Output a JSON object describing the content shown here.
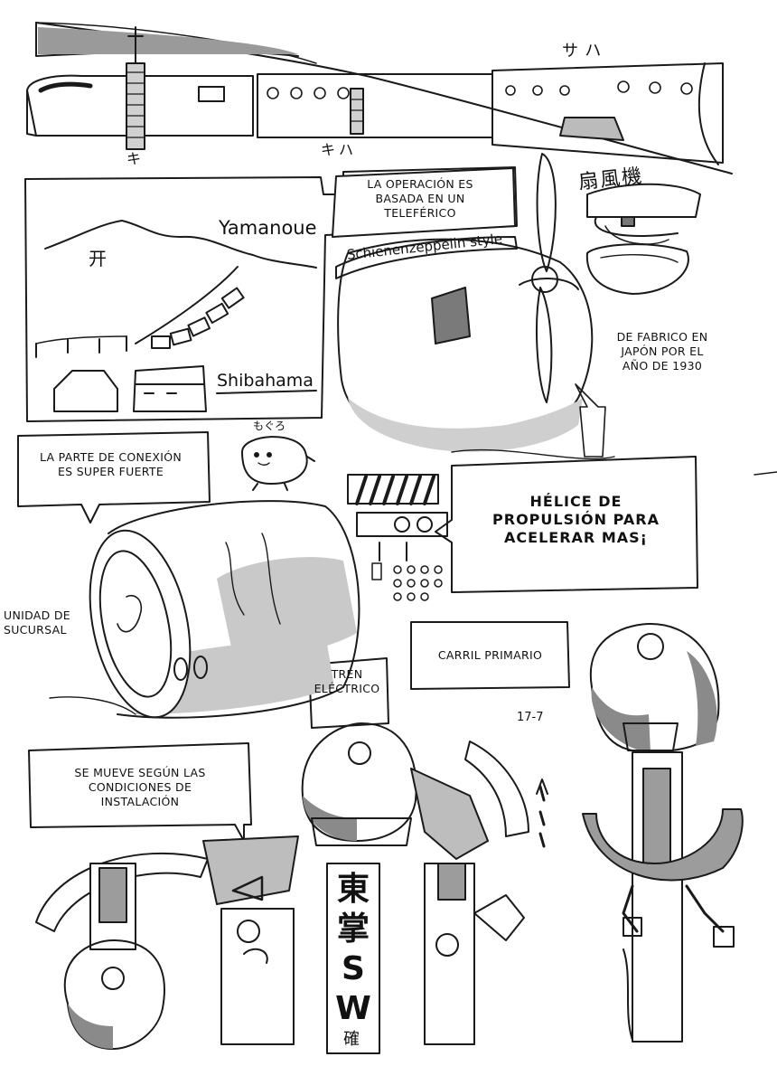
{
  "top_strip": {
    "label_sa_ha": "サハ",
    "label_ki": "キ",
    "label_ki_ha": "キハ"
  },
  "map_panel": {
    "station_top": "Yamanoue",
    "station_bottom": "Shibahama",
    "shrine_mark": "开"
  },
  "bubbles": {
    "operation": "LA OPERACIÓN ES BASADA EN UN TELEFÉRICO",
    "connection": "LA PARTE DE CONEXIÓN ES SUPER FUERTE",
    "propulsion": "HÉLICE DE PROPULSIÓN PARA ACELERAR MAS¡",
    "primary_rail": "CARRIL PRIMARIO",
    "electric_train": "TREN ELÉCTRICO",
    "moves": "SE MUEVE SEGÚN LAS CONDICIONES DE INSTALACIÓN"
  },
  "captions": {
    "zeppelin_style": "Schienenzeppelin style",
    "fan_label": "扇風機",
    "made_in_japan": "DE FABRICO EN JAPÓN POR EL AÑO DE 1930",
    "branch_unit": "UNIDAD DE SUCURSAL",
    "mascot_name": "もぐろ",
    "number_label": "17-7",
    "sign_text": "東掌SW",
    "sign_small": "確"
  }
}
